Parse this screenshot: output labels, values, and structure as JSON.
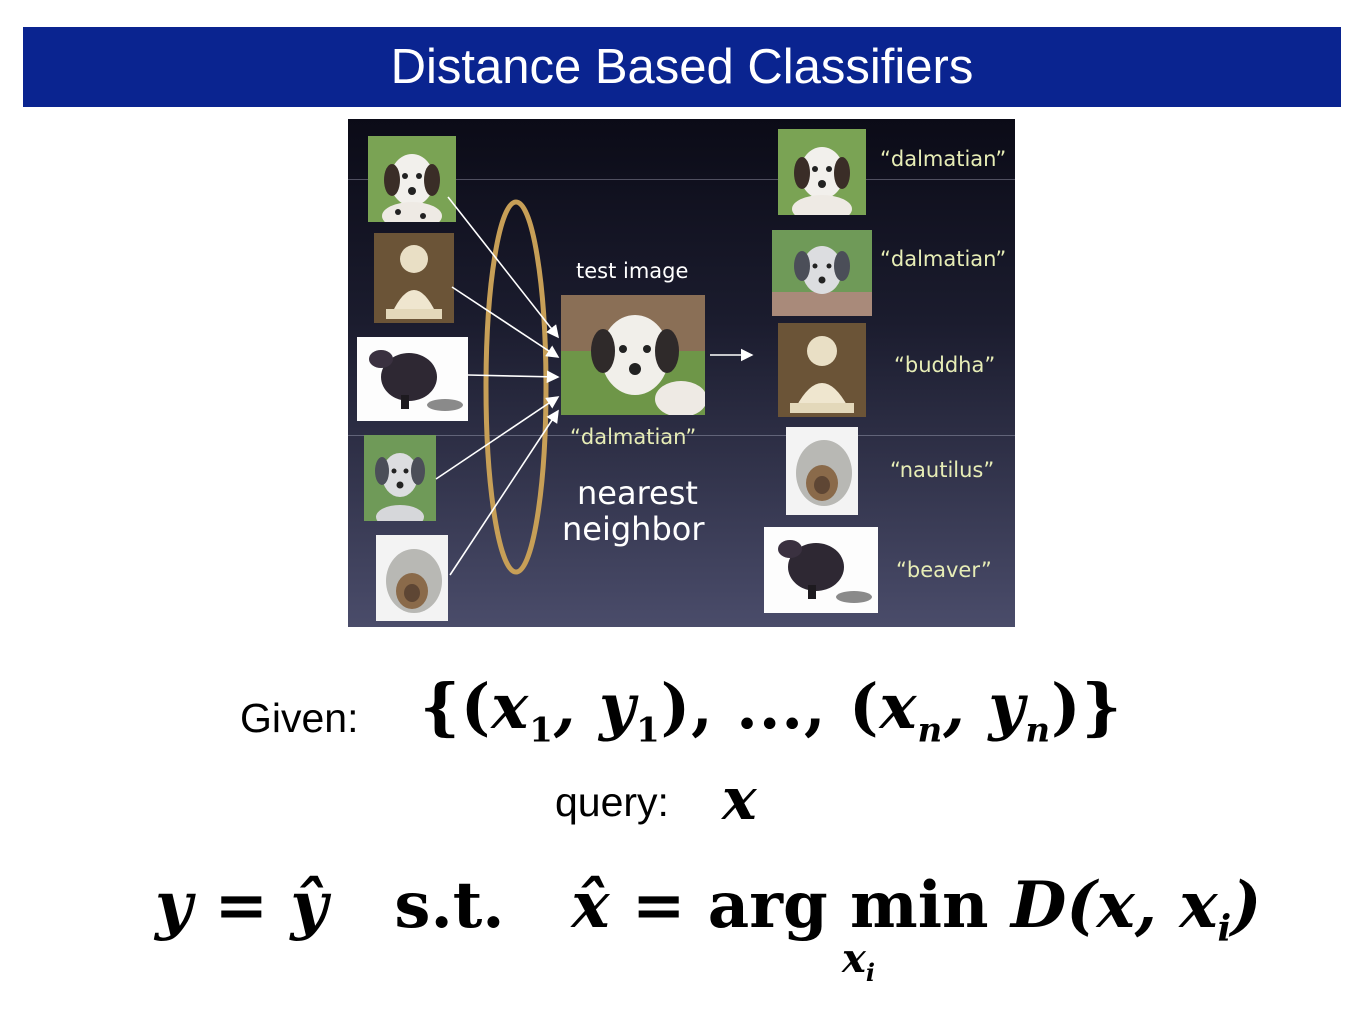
{
  "slide": {
    "title": "Distance Based Classifiers"
  },
  "figure": {
    "test_image_label": "test image",
    "test_image_class": "“dalmatian”",
    "method_line1": "nearest",
    "method_line2": "neighbor",
    "result_labels": [
      "“dalmatian”",
      "“dalmatian”",
      "“buddha”",
      "“nautilus”",
      "“beaver”"
    ],
    "training_thumbnails": [
      "dalmatian-puppy",
      "buddha-statue",
      "beaver",
      "dalmatian-dog",
      "nautilus-shell"
    ],
    "result_thumbnails": [
      "dalmatian-puppy",
      "dalmatian-dog",
      "buddha-statue",
      "nautilus-shell",
      "beaver"
    ]
  },
  "math": {
    "given_label": "Given:",
    "query_label": "query:"
  }
}
